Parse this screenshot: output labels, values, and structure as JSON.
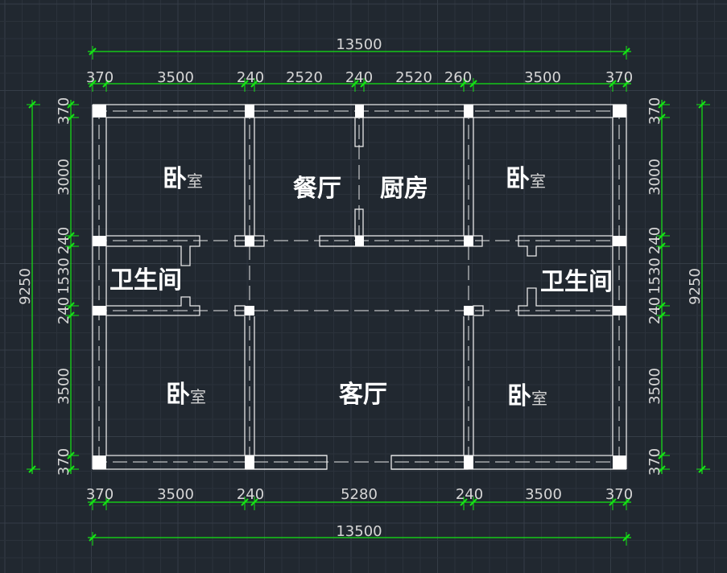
{
  "colors": {
    "background": "#212830",
    "grid_minor": "#2b323b",
    "grid_major": "#353d47",
    "dimension": "#14e614",
    "wall": "#e8e8e8",
    "column": "#ffffff",
    "text": "#d6d6d6"
  },
  "dimensions": {
    "top_total": "13500",
    "top_segments": [
      "370",
      "3500",
      "240",
      "2520",
      "240",
      "2520",
      "260",
      "3500",
      "370"
    ],
    "bottom_segments": [
      "370",
      "3500",
      "240",
      "5280",
      "240",
      "3500",
      "370"
    ],
    "bottom_total": "13500",
    "left_total": "9250",
    "left_segments": [
      "370",
      "3000",
      "240",
      "1530",
      "240",
      "3500",
      "370"
    ],
    "right_total": "9250",
    "right_segments": [
      "370",
      "3000",
      "240",
      "1530",
      "240",
      "3500",
      "370"
    ]
  },
  "rooms": {
    "bedroom_nw": {
      "main": "卧",
      "small": "室"
    },
    "dining": "餐厅",
    "kitchen": "厨房",
    "bedroom_ne": {
      "main": "卧",
      "small": "室"
    },
    "bath_w": "卫生间",
    "bath_e": "卫生间",
    "bedroom_sw": {
      "main": "卧",
      "small": "室"
    },
    "living": "客厅",
    "bedroom_se": {
      "main": "卧",
      "small": "室"
    }
  }
}
